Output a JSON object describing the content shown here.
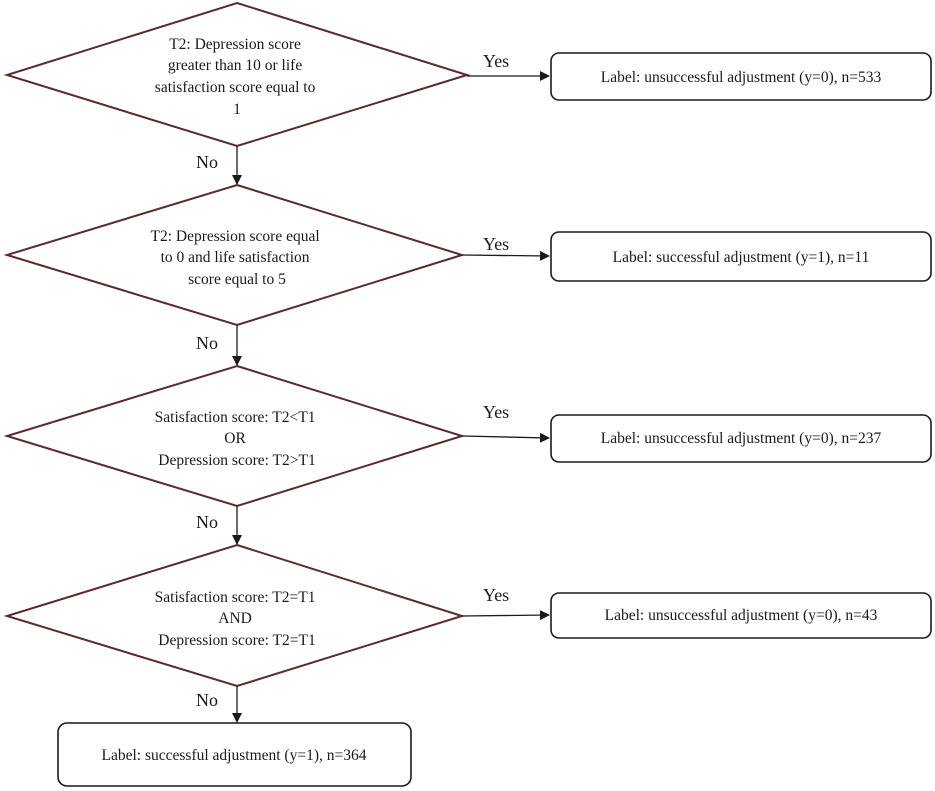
{
  "decisions": [
    {
      "lines": [
        "T2: Depression score",
        "greater than 10 or life",
        "satisfaction score equal to",
        "1"
      ]
    },
    {
      "lines": [
        "T2: Depression score equal",
        "to 0 and life satisfaction",
        "score equal to 5"
      ]
    },
    {
      "lines": [
        "Satisfaction score: T2<T1",
        "OR",
        "Depression score: T2>T1"
      ]
    },
    {
      "lines": [
        "Satisfaction score: T2=T1",
        "AND",
        "Depression score: T2=T1"
      ]
    }
  ],
  "outcomes": [
    "Label: unsuccessful adjustment (y=0), n=533",
    "Label: successful adjustment (y=1), n=11",
    "Label: unsuccessful adjustment (y=0), n=237",
    "Label: unsuccessful adjustment (y=0), n=43"
  ],
  "final_outcome": "Label: successful adjustment (y=1), n=364",
  "edge_labels": {
    "yes": "Yes",
    "no": "No"
  }
}
